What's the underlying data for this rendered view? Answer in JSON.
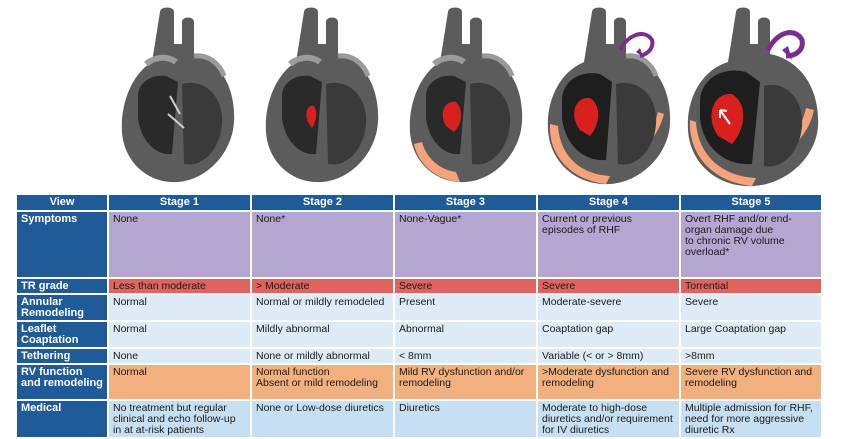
{
  "table": {
    "header": [
      "View",
      "Stage 1",
      "Stage 2",
      "Stage 3",
      "Stage 4",
      "Stage 5"
    ],
    "rows": [
      {
        "label": "Symptoms",
        "cells": [
          "None",
          "None*",
          "None-Vague*",
          "Current or previous episodes of RHF",
          "Overt RHF and/or end-organ damage due\nto chronic RV volume overload*"
        ]
      },
      {
        "label": "TR grade",
        "cells": [
          "Less than moderate",
          "> Moderate",
          "Severe",
          "Severe",
          "Torrential"
        ]
      },
      {
        "label": "Annular Remodeling",
        "cells": [
          "Normal",
          "Normal or mildly remodeled",
          "Present",
          "Moderate-severe",
          "Severe"
        ]
      },
      {
        "label": "Leaflet Coaptation",
        "cells": [
          "Normal",
          "Mildly abnormal",
          "Abnormal",
          "Coaptation gap",
          "Large Coaptation gap"
        ]
      },
      {
        "label": "Tethering",
        "cells": [
          "None",
          "None or mildly abnormal",
          "< 8mm",
          "Variable (< or > 8mm)",
          ">8mm"
        ]
      },
      {
        "label": "RV function and remodeling",
        "cells": [
          "Normal",
          "Normal function\nAbsent or mild remodeling",
          "Mild RV dysfunction and/or remodeling",
          ">Moderate dysfunction and remodeling",
          "Severe RV dysfunction and remodeling"
        ]
      },
      {
        "label": "Medical",
        "cells": [
          "No treatment but regular clinical and echo follow-up in at at-risk patients",
          "None or Low-dose diuretics",
          "Diuretics",
          "Moderate to high-dose diuretics and/or requirement for IV diuretics",
          "Multiple admission for RHF, need for more aggressive diuretic Rx"
        ]
      }
    ]
  },
  "colors": {
    "header": "#1f5a99",
    "symptoms": "#b3a7d2",
    "tr_grade": "#e0645e",
    "remodeling_rows": "#dcebf6",
    "rv_function": "#f3b07f",
    "medical": "#c7dff2",
    "jet": "#d8201f",
    "rv_wall_highlight": "#f6a27a",
    "arrow": "#7b2d8f"
  },
  "illustrations": [
    {
      "stage": "Stage 1",
      "jet": "none",
      "wall_highlight": "none",
      "arrow": false
    },
    {
      "stage": "Stage 2",
      "jet": "small",
      "wall_highlight": "none",
      "arrow": false
    },
    {
      "stage": "Stage 3",
      "jet": "medium",
      "wall_highlight": "mild",
      "arrow": false
    },
    {
      "stage": "Stage 4",
      "jet": "large",
      "wall_highlight": "moderate",
      "arrow": true
    },
    {
      "stage": "Stage 5",
      "jet": "very-large",
      "wall_highlight": "severe",
      "arrow": true
    }
  ]
}
